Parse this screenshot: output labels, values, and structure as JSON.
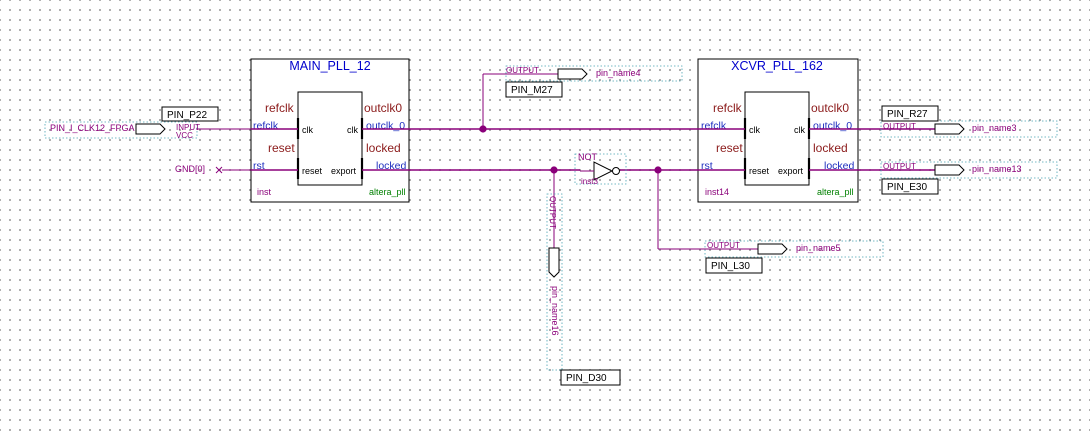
{
  "blocks": {
    "main_pll": {
      "title": "MAIN_PLL_12",
      "ports": {
        "refclk": "refclk",
        "reset": "reset",
        "outclk0": "outclk0",
        "locked": "locked",
        "refclk_sig": "refclk",
        "rst_sig": "rst",
        "outclk_0_sig": "outclk_0",
        "locked_sig": "locked",
        "clk_in": "clk",
        "reset_in": "reset",
        "clk_out": "clk",
        "export_out": "export"
      },
      "instance": "inst",
      "type": "altera_pll"
    },
    "xcvr_pll": {
      "title": "XCVR_PLL_162",
      "ports": {
        "refclk": "refclk",
        "reset": "reset",
        "outclk0": "outclk0",
        "locked": "locked",
        "refclk_sig": "refclk",
        "rst_sig": "rst",
        "outclk_0_sig": "outclk_0",
        "locked_sig": "locked",
        "clk_in": "clk",
        "reset_in": "reset",
        "clk_out": "clk",
        "export_out": "export"
      },
      "instance": "inst14",
      "type": "altera_pll"
    }
  },
  "inputs": {
    "clk_pin_name": "PIN_I_CLK12_FPGA",
    "input_label": "INPUT",
    "vcc_label": "VCC",
    "clk_pin_loc": "PIN_P22",
    "gnd_label": "GND[0]"
  },
  "not_gate": {
    "label": "NOT",
    "instance": "inst3"
  },
  "outputs": [
    {
      "key": "pin_name4",
      "type": "OUTPUT",
      "name": "pin_name4",
      "location": "PIN_M27"
    },
    {
      "key": "pin_name3",
      "type": "OUTPUT",
      "name": "pin_name3",
      "location": "PIN_R27"
    },
    {
      "key": "pin_name13",
      "type": "OUTPUT",
      "name": "pin_name13",
      "location": "PIN_E30"
    },
    {
      "key": "pin_name5",
      "type": "OUTPUT",
      "name": "pin_name5",
      "location": "PIN_L30"
    },
    {
      "key": "pin_name16",
      "type": "OUTPUT",
      "name": "pin_name16",
      "location": "PIN_D30"
    }
  ],
  "colors": {
    "wire": "#8a007a",
    "title": "#0000cc",
    "port_name": "#8b1a1a",
    "signal": "#1e2fbf",
    "type_label": "#008000",
    "annotation_border": "#4aa3b3"
  }
}
